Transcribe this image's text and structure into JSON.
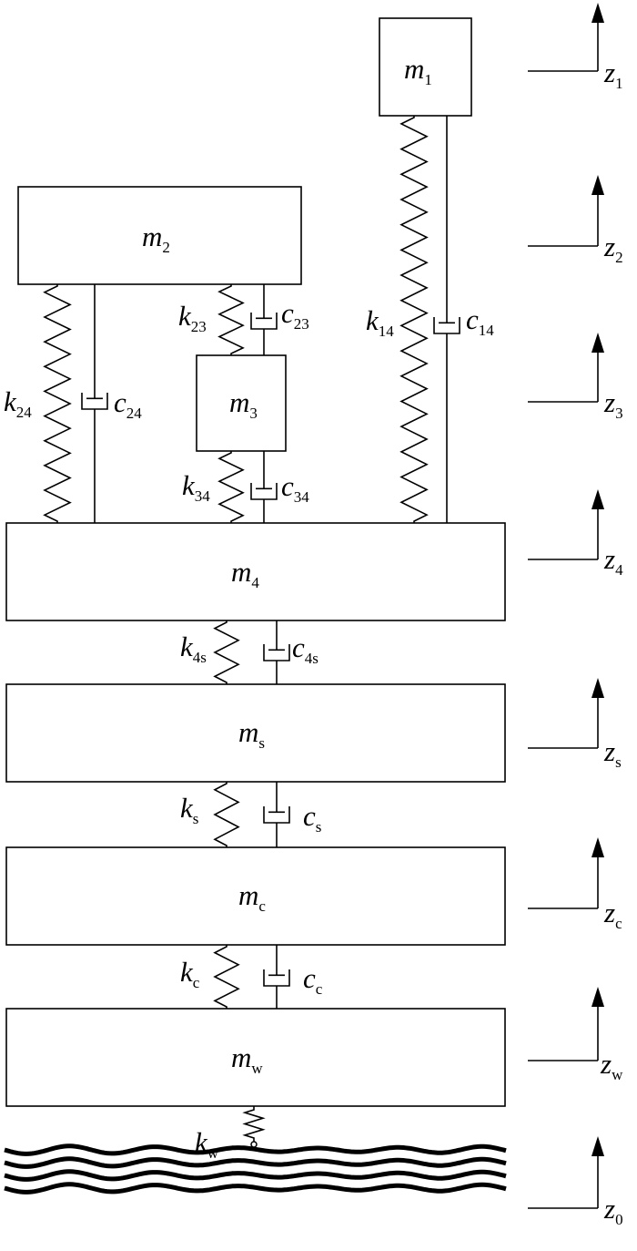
{
  "masses": {
    "m1": {
      "sym": "m",
      "sub": "1"
    },
    "m2": {
      "sym": "m",
      "sub": "2"
    },
    "m3": {
      "sym": "m",
      "sub": "3"
    },
    "m4": {
      "sym": "m",
      "sub": "4"
    },
    "ms": {
      "sym": "m",
      "sub": "s"
    },
    "mc": {
      "sym": "m",
      "sub": "c"
    },
    "mw": {
      "sym": "m",
      "sub": "w"
    }
  },
  "springs": {
    "k24": {
      "sym": "k",
      "sub": "24"
    },
    "k23": {
      "sym": "k",
      "sub": "23"
    },
    "k34": {
      "sym": "k",
      "sub": "34"
    },
    "k14": {
      "sym": "k",
      "sub": "14"
    },
    "k4s": {
      "sym": "k",
      "sub": "4s"
    },
    "ks": {
      "sym": "k",
      "sub": "s"
    },
    "kc": {
      "sym": "k",
      "sub": "c"
    },
    "kw": {
      "sym": "k",
      "sub": "w"
    }
  },
  "dampers": {
    "c24": {
      "sym": "c",
      "sub": "24"
    },
    "c23": {
      "sym": "c",
      "sub": "23"
    },
    "c34": {
      "sym": "c",
      "sub": "34"
    },
    "c14": {
      "sym": "c",
      "sub": "14"
    },
    "c4s": {
      "sym": "c",
      "sub": "4s"
    },
    "cs": {
      "sym": "c",
      "sub": "s"
    },
    "cc": {
      "sym": "c",
      "sub": "c"
    }
  },
  "coords": {
    "z1": {
      "sym": "z",
      "sub": "1"
    },
    "z2": {
      "sym": "z",
      "sub": "2"
    },
    "z3": {
      "sym": "z",
      "sub": "3"
    },
    "z4": {
      "sym": "z",
      "sub": "4"
    },
    "zs": {
      "sym": "z",
      "sub": "s"
    },
    "zc": {
      "sym": "z",
      "sub": "c"
    },
    "zw": {
      "sym": "z",
      "sub": "w"
    },
    "z0": {
      "sym": "z",
      "sub": "0"
    }
  }
}
